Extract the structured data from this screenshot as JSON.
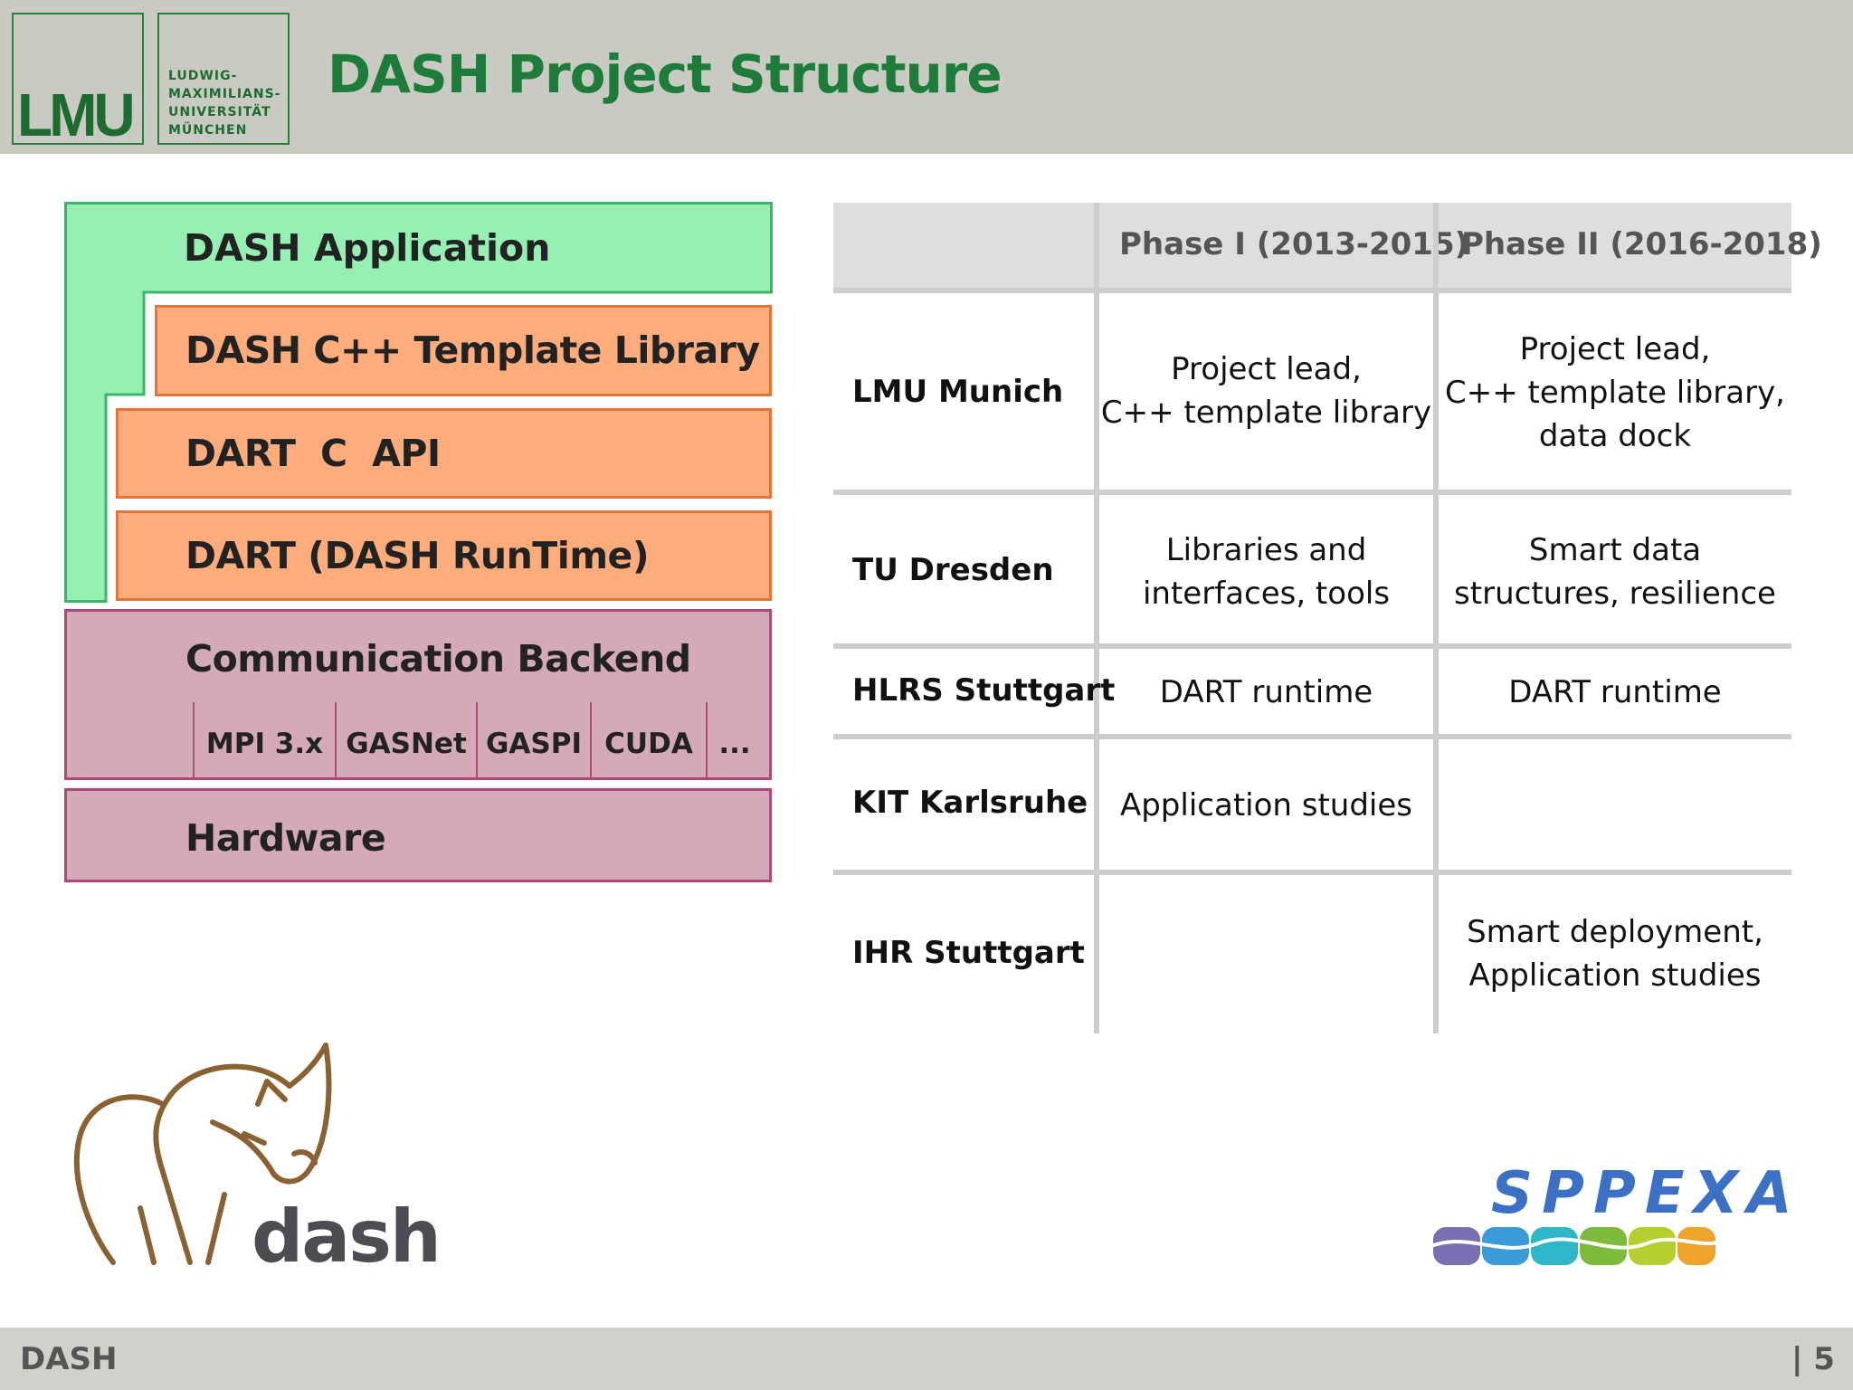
{
  "header": {
    "title": "DASH Project Structure",
    "logo_lmu": "LMU",
    "logo_university_lines": [
      "LUDWIG-",
      "MAXIMILIANS-",
      "UNIVERSITÄT",
      "MÜNCHEN"
    ]
  },
  "stack": {
    "application": "DASH Application",
    "template_library": "DASH C++ Template Library",
    "dart_c_api": "DART  C  API",
    "dart_runtime": "DART (DASH RunTime)",
    "comm_backend": "Communication Backend",
    "backends": [
      "MPI 3.x",
      "GASNet",
      "GASPI",
      "CUDA",
      "..."
    ],
    "hardware": "Hardware",
    "colors": {
      "green": "#96f0b4",
      "orange": "#fdac7c",
      "mauve": "#d4a9b8"
    }
  },
  "table": {
    "columns": [
      "",
      "Phase I (2013-2015)",
      "Phase II (2016-2018)"
    ],
    "rows": [
      {
        "org": "LMU Munich",
        "phase1": [
          "Project lead,",
          "C++ template library"
        ],
        "phase2": [
          "Project lead,",
          "C++ template library,",
          "data dock"
        ]
      },
      {
        "org": "TU Dresden",
        "phase1": [
          "Libraries and",
          "interfaces, tools"
        ],
        "phase2": [
          "Smart data",
          "structures, resilience"
        ]
      },
      {
        "org": "HLRS Stuttgart",
        "phase1": [
          "DART runtime"
        ],
        "phase2": [
          "DART runtime"
        ]
      },
      {
        "org": "KIT Karlsruhe",
        "phase1": [
          "Application studies"
        ],
        "phase2": []
      },
      {
        "org": "IHR Stuttgart",
        "phase1": [],
        "phase2": [
          "Smart deployment,",
          "Application studies"
        ]
      }
    ]
  },
  "logos": {
    "dash_word": "dash",
    "sppexa_word": "SPPEXA",
    "sppexa_colors": [
      "#7a6fb0",
      "#3b9ad8",
      "#2fb6c8",
      "#7dbb3c",
      "#b6cf2e",
      "#f0a32a"
    ]
  },
  "footer": {
    "left": "DASH",
    "right": "| 5"
  }
}
